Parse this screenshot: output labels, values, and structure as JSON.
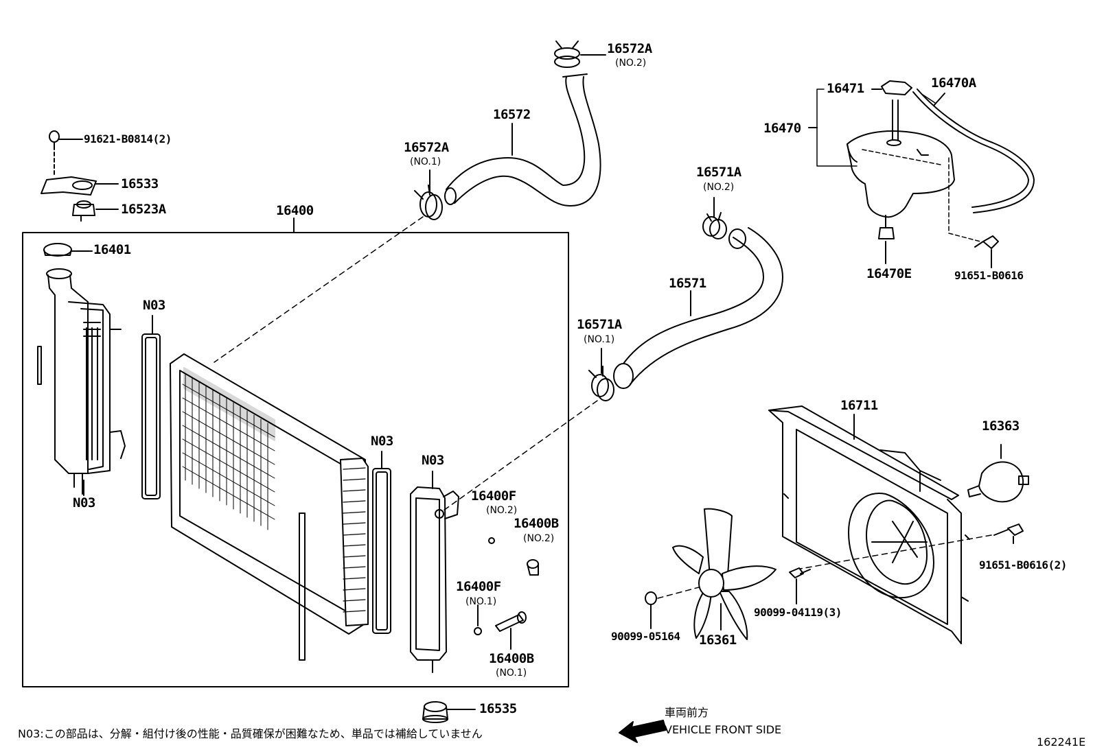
{
  "labels": {
    "p16572A_no2": "16572A",
    "p16572A_no2_sub": "(NO.2)",
    "p16572": "16572",
    "p16572A_no1": "16572A",
    "p16572A_no1_sub": "(NO.1)",
    "p91621": "91621-B0814(2)",
    "p16533": "16533",
    "p16523A": "16523A",
    "p16400": "16400",
    "p16401": "16401",
    "n03_a": "N03",
    "n03_b": "N03",
    "n03_c": "N03",
    "n03_d": "N03",
    "p16400F_no2": "16400F",
    "p16400F_no2_sub": "(NO.2)",
    "p16400B_no2": "16400B",
    "p16400B_no2_sub": "(NO.2)",
    "p16400F_no1": "16400F",
    "p16400F_no1_sub": "(NO.1)",
    "p16400B_no1": "16400B",
    "p16400B_no1_sub": "(NO.1)",
    "p16535": "16535",
    "p16471": "16471",
    "p16470A": "16470A",
    "p16470": "16470",
    "p16470E": "16470E",
    "p91651_a": "91651-B0616",
    "p16571A_no2": "16571A",
    "p16571A_no2_sub": "(NO.2)",
    "p16571": "16571",
    "p16571A_no1": "16571A",
    "p16571A_no1_sub": "(NO.1)",
    "p16711": "16711",
    "p16363": "16363",
    "p91651_b": "91651-B0616(2)",
    "p90099_04119": "90099-04119(3)",
    "p90099_05164": "90099-05164",
    "p16361": "16361"
  },
  "footnote": "N03:この部品は、分解・組付け後の性能・品質確保が困難なため、単品では補給していません",
  "front": {
    "jp": "車両前方",
    "en": "VEHICLE FRONT SIDE"
  },
  "figure_code": "162241E"
}
